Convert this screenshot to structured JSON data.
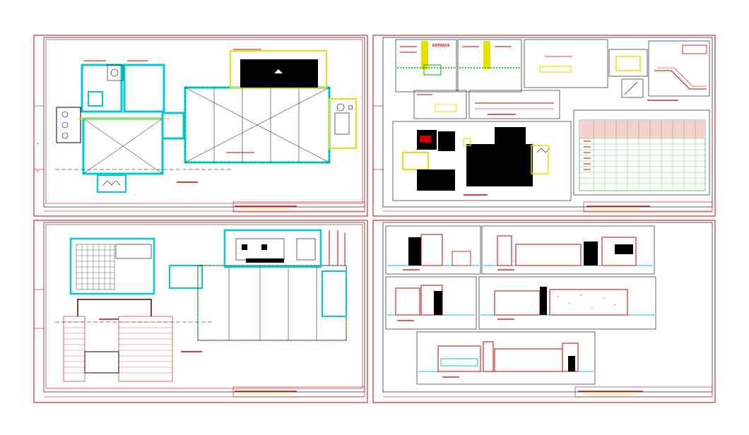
{
  "drawing": {
    "sheets": [
      {
        "id": "ground-floor-plan"
      },
      {
        "id": "details-sheet"
      },
      {
        "id": "first-floor-plan"
      },
      {
        "id": "elevations-sheet"
      }
    ],
    "labels": {
      "detail_heading": "ENTRADA"
    },
    "colors": {
      "frame": "#cc0000",
      "wall": "#00c8d8",
      "yellow": "#e8e000",
      "green": "#00aa00",
      "black": "#000000"
    }
  }
}
